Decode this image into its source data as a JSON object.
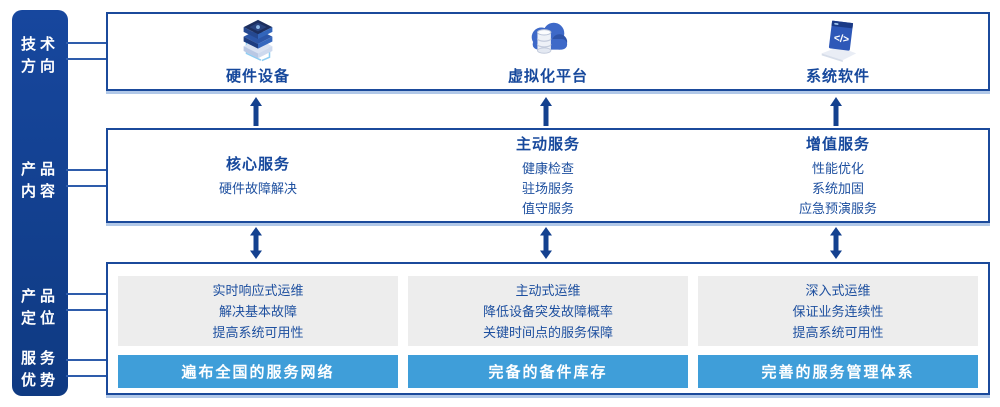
{
  "sidebar": {
    "items": [
      {
        "label": "技术\n方向"
      },
      {
        "label": "产品\n内容"
      },
      {
        "label": "产品\n定位"
      },
      {
        "label": "服务\n优势"
      }
    ]
  },
  "tech_row": {
    "columns": [
      {
        "icon": "server-stack-icon",
        "label": "硬件设备"
      },
      {
        "icon": "cloud-database-icon",
        "label": "虚拟化平台"
      },
      {
        "icon": "code-screen-icon",
        "label": "系统软件"
      }
    ]
  },
  "content_row": {
    "columns": [
      {
        "title": "核心服务",
        "items": "硬件故障解决"
      },
      {
        "title": "主动服务",
        "items": "健康检查\n驻场服务\n值守服务"
      },
      {
        "title": "增值服务",
        "items": "性能优化\n系统加固\n应急预演服务"
      }
    ]
  },
  "position_row": {
    "columns": [
      {
        "description": "实时响应式运维\n解决基本故障\n提高系统可用性",
        "advantage": "遍布全国的服务网络"
      },
      {
        "description": "主动式运维\n降低设备突发故障概率\n关键时间点的服务保障",
        "advantage": "完备的备件库存"
      },
      {
        "description": "深入式运维\n保证业务连续性\n提高系统可用性",
        "advantage": "完善的服务管理体系"
      }
    ]
  },
  "colors": {
    "sidebar_blue": "#17479e",
    "border_blue": "#1b4a9b",
    "text_blue": "#1d4f9f",
    "advantage_bar_blue": "#3f9ed9",
    "panel_gray": "#ededed",
    "arrow_blue": "#14418f"
  }
}
